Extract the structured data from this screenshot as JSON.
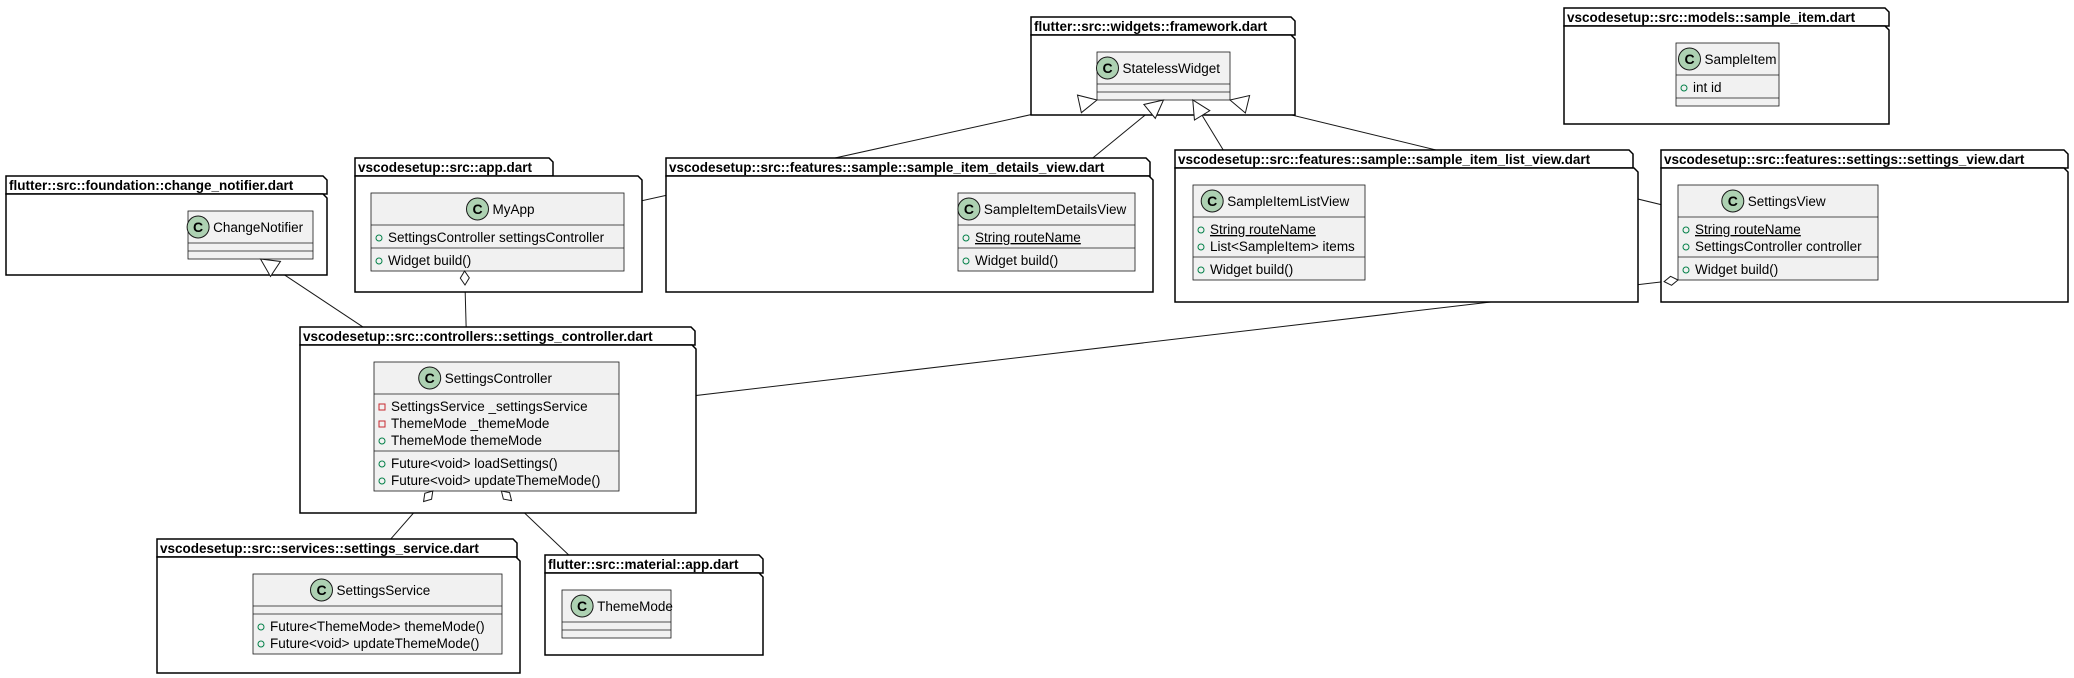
{
  "diagram": {
    "type": "uml-class-diagram",
    "stereotype_letter": "C",
    "colors": {
      "class_fill": "#f1f1f1",
      "stereotype_circle": "#add1b2",
      "public_marker": "#038048",
      "private_marker": "#c82930",
      "line": "#181818"
    },
    "packages": [
      {
        "id": "framework",
        "title": "flutter::src::widgets::framework.dart",
        "classes": [
          {
            "id": "StatelessWidget",
            "name": "StatelessWidget",
            "fields": [],
            "methods": []
          }
        ]
      },
      {
        "id": "models",
        "title": "vscodesetup::src::models::sample_item.dart",
        "classes": [
          {
            "id": "SampleItem",
            "name": "SampleItem",
            "fields": [
              {
                "vis": "public",
                "text": "int id",
                "static": false
              }
            ],
            "methods": []
          }
        ]
      },
      {
        "id": "change_notifier",
        "title": "flutter::src::foundation::change_notifier.dart",
        "classes": [
          {
            "id": "ChangeNotifier",
            "name": "ChangeNotifier",
            "fields": [],
            "methods": []
          }
        ]
      },
      {
        "id": "app",
        "title": "vscodesetup::src::app.dart",
        "classes": [
          {
            "id": "MyApp",
            "name": "MyApp",
            "fields": [
              {
                "vis": "public",
                "text": "SettingsController settingsController",
                "static": false
              }
            ],
            "methods": [
              {
                "vis": "public",
                "text": "Widget build()",
                "static": false
              }
            ]
          }
        ]
      },
      {
        "id": "details_view",
        "title": "vscodesetup::src::features::sample::sample_item_details_view.dart",
        "classes": [
          {
            "id": "SampleItemDetailsView",
            "name": "SampleItemDetailsView",
            "fields": [
              {
                "vis": "public",
                "text": "String routeName",
                "static": true
              }
            ],
            "methods": [
              {
                "vis": "public",
                "text": "Widget build()",
                "static": false
              }
            ]
          }
        ]
      },
      {
        "id": "list_view",
        "title": "vscodesetup::src::features::sample::sample_item_list_view.dart",
        "classes": [
          {
            "id": "SampleItemListView",
            "name": "SampleItemListView",
            "fields": [
              {
                "vis": "public",
                "text": "String routeName",
                "static": true
              },
              {
                "vis": "public",
                "text": "List<SampleItem> items",
                "static": false
              }
            ],
            "methods": [
              {
                "vis": "public",
                "text": "Widget build()",
                "static": false
              }
            ]
          }
        ]
      },
      {
        "id": "settings_view",
        "title": "vscodesetup::src::features::settings::settings_view.dart",
        "classes": [
          {
            "id": "SettingsView",
            "name": "SettingsView",
            "fields": [
              {
                "vis": "public",
                "text": "String routeName",
                "static": true
              },
              {
                "vis": "public",
                "text": "SettingsController controller",
                "static": false
              }
            ],
            "methods": [
              {
                "vis": "public",
                "text": "Widget build()",
                "static": false
              }
            ]
          }
        ]
      },
      {
        "id": "settings_controller",
        "title": "vscodesetup::src::controllers::settings_controller.dart",
        "classes": [
          {
            "id": "SettingsController",
            "name": "SettingsController",
            "fields": [
              {
                "vis": "private",
                "text": "SettingsService _settingsService",
                "static": false
              },
              {
                "vis": "private",
                "text": "ThemeMode _themeMode",
                "static": false
              },
              {
                "vis": "public",
                "text": "ThemeMode themeMode",
                "static": false
              }
            ],
            "methods": [
              {
                "vis": "public",
                "text": "Future<void> loadSettings()",
                "static": false
              },
              {
                "vis": "public",
                "text": "Future<void> updateThemeMode()",
                "static": false
              }
            ]
          }
        ]
      },
      {
        "id": "settings_service",
        "title": "vscodesetup::src::services::settings_service.dart",
        "classes": [
          {
            "id": "SettingsService",
            "name": "SettingsService",
            "fields": [],
            "methods": [
              {
                "vis": "public",
                "text": "Future<ThemeMode> themeMode()",
                "static": false
              },
              {
                "vis": "public",
                "text": "Future<void> updateThemeMode()",
                "static": false
              }
            ]
          }
        ]
      },
      {
        "id": "material_app",
        "title": "flutter::src::material::app.dart",
        "classes": [
          {
            "id": "ThemeMode",
            "name": "ThemeMode",
            "fields": [],
            "methods": []
          }
        ]
      }
    ],
    "relations": [
      {
        "type": "inheritance",
        "from": "MyApp",
        "to": "StatelessWidget"
      },
      {
        "type": "inheritance",
        "from": "SampleItemDetailsView",
        "to": "StatelessWidget"
      },
      {
        "type": "inheritance",
        "from": "SampleItemListView",
        "to": "StatelessWidget"
      },
      {
        "type": "inheritance",
        "from": "SettingsView",
        "to": "StatelessWidget"
      },
      {
        "type": "inheritance",
        "from": "SettingsController",
        "to": "ChangeNotifier"
      },
      {
        "type": "aggregation",
        "whole": "MyApp",
        "part": "SettingsController"
      },
      {
        "type": "aggregation",
        "whole": "SettingsView",
        "part": "SettingsController"
      },
      {
        "type": "aggregation",
        "whole": "SettingsController",
        "part": "SettingsService"
      },
      {
        "type": "aggregation",
        "whole": "SettingsController",
        "part": "ThemeMode"
      }
    ]
  }
}
